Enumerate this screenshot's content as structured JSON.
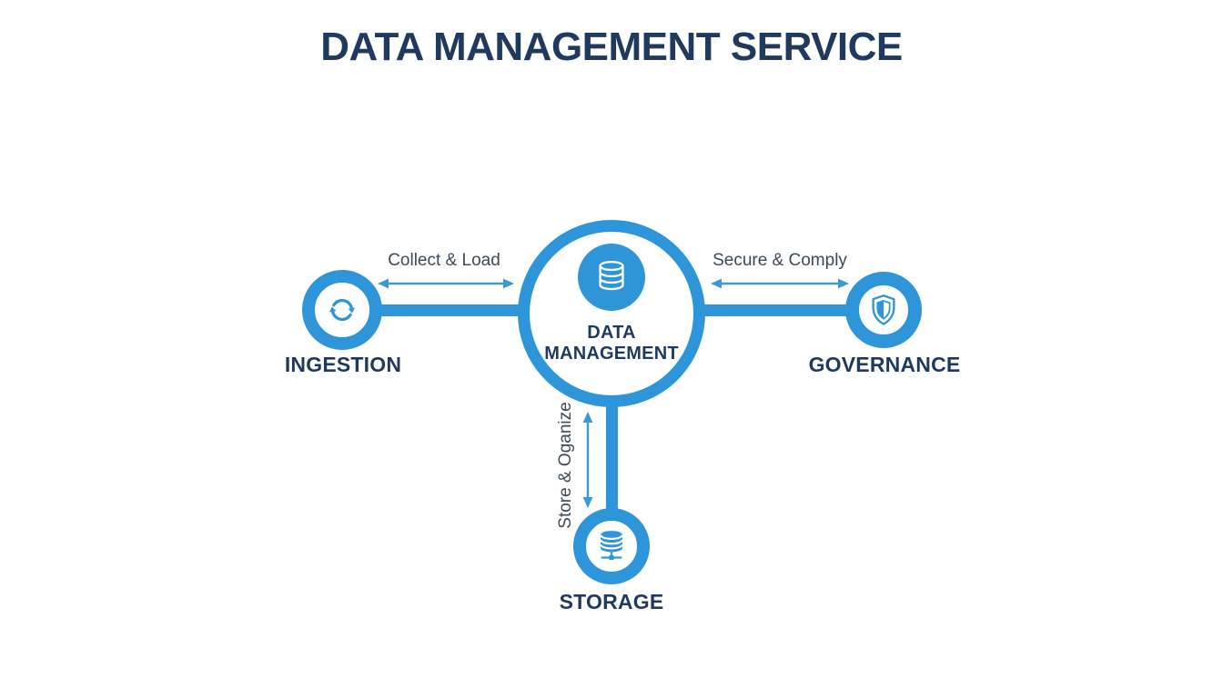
{
  "title": "DATA MANAGEMENT SERVICE",
  "colors": {
    "accent_blue": "#2e96d8",
    "navy_text": "#1f3a5e",
    "connection_label_gray": "#3d4a56",
    "background": "#ffffff"
  },
  "hub": {
    "label_line1": "DATA",
    "label_line2": "MANAGEMENT",
    "icon": "database-icon"
  },
  "nodes": [
    {
      "id": "ingestion",
      "label": "INGESTION",
      "icon": "sync-icon"
    },
    {
      "id": "governance",
      "label": "GOVERNANCE",
      "icon": "shield-icon"
    },
    {
      "id": "storage",
      "label": "STORAGE",
      "icon": "database-stack-icon"
    }
  ],
  "connections": [
    {
      "from": "hub",
      "to": "ingestion",
      "label": "Collect & Load",
      "direction": "bidirectional"
    },
    {
      "from": "hub",
      "to": "governance",
      "label": "Secure & Comply",
      "direction": "bidirectional"
    },
    {
      "from": "hub",
      "to": "storage",
      "label": "Store & Oganize",
      "direction": "bidirectional"
    }
  ]
}
